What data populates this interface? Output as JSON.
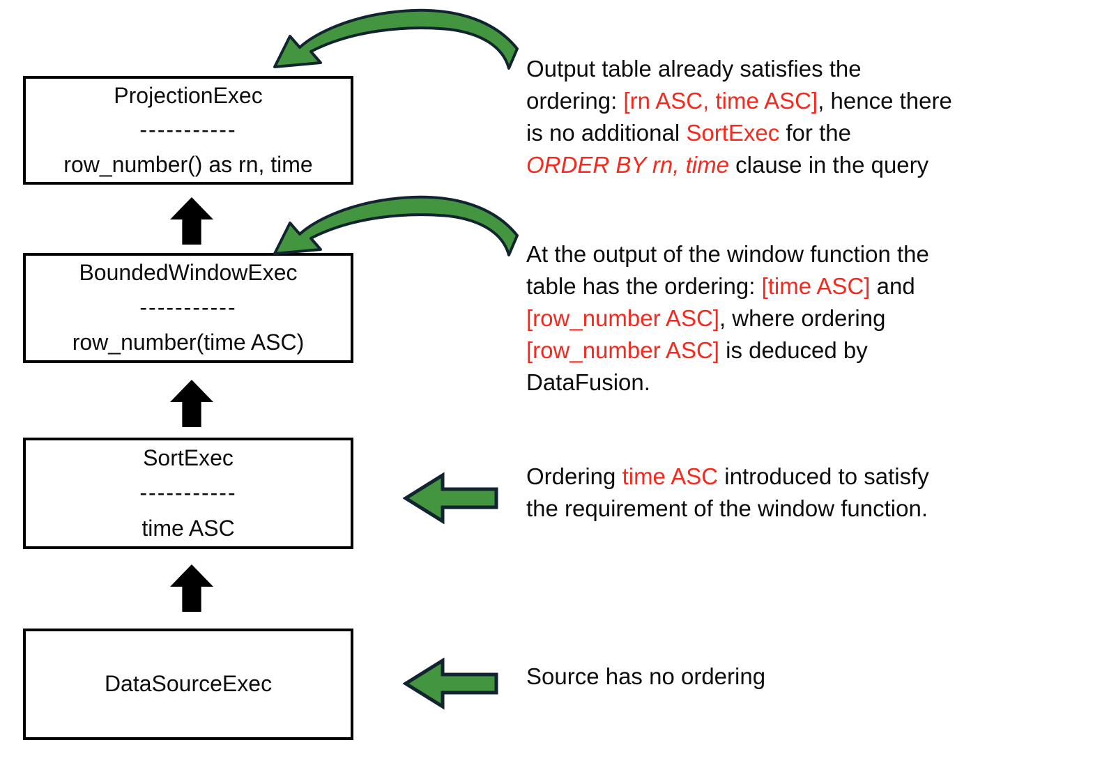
{
  "colors": {
    "background": "#ffffff",
    "box_border": "#000000",
    "black_arrow": "#000000",
    "green_arrow_fill": "#44953f",
    "green_arrow_outline": "#122430",
    "highlight_red": "#fa281c",
    "text_black": "#0d0d0d"
  },
  "boxes": [
    {
      "title": "ProjectionExec",
      "divider": "-----------",
      "detail": "row_number() as rn, time"
    },
    {
      "title": "BoundedWindowExec",
      "divider": "-----------",
      "detail": "row_number(time ASC)"
    },
    {
      "title": "SortExec",
      "divider": "-----------",
      "detail": "time ASC"
    },
    {
      "title": "DataSourceExec"
    }
  ],
  "annotations": [
    {
      "target": "ProjectionExec",
      "lines": [
        [
          {
            "t": "Output table already satisfies the",
            "s": "b"
          }
        ],
        [
          {
            "t": "ordering: ",
            "s": "b"
          },
          {
            "t": "[rn ASC, time ASC]",
            "s": "r"
          },
          {
            "t": ", hence there",
            "s": "b"
          }
        ],
        [
          {
            "t": "is no additional ",
            "s": "b"
          },
          {
            "t": "SortExec",
            "s": "r"
          },
          {
            "t": " for the",
            "s": "b"
          }
        ],
        [
          {
            "t": "ORDER BY rn, time",
            "s": "ri"
          },
          {
            "t": " clause in the query",
            "s": "b"
          }
        ]
      ]
    },
    {
      "target": "BoundedWindowExec",
      "lines": [
        [
          {
            "t": "At the output of the window function the",
            "s": "b"
          }
        ],
        [
          {
            "t": "table has the ordering: ",
            "s": "b"
          },
          {
            "t": "[time ASC]",
            "s": "r"
          },
          {
            "t": " and",
            "s": "b"
          }
        ],
        [
          {
            "t": "[row_number ASC]",
            "s": "r"
          },
          {
            "t": ", where ordering",
            "s": "b"
          }
        ],
        [
          {
            "t": "[row_number ASC]",
            "s": "r"
          },
          {
            "t": " is deduced by",
            "s": "b"
          }
        ],
        [
          {
            "t": "DataFusion.",
            "s": "b"
          }
        ]
      ]
    },
    {
      "target": "SortExec",
      "lines": [
        [
          {
            "t": "Ordering ",
            "s": "b"
          },
          {
            "t": "time ASC",
            "s": "r"
          },
          {
            "t": " introduced to satisfy",
            "s": "b"
          }
        ],
        [
          {
            "t": "the requirement of the window function.",
            "s": "b"
          }
        ]
      ]
    },
    {
      "target": "DataSourceExec",
      "lines": [
        [
          {
            "t": "Source has no ordering",
            "s": "b"
          }
        ]
      ]
    }
  ]
}
